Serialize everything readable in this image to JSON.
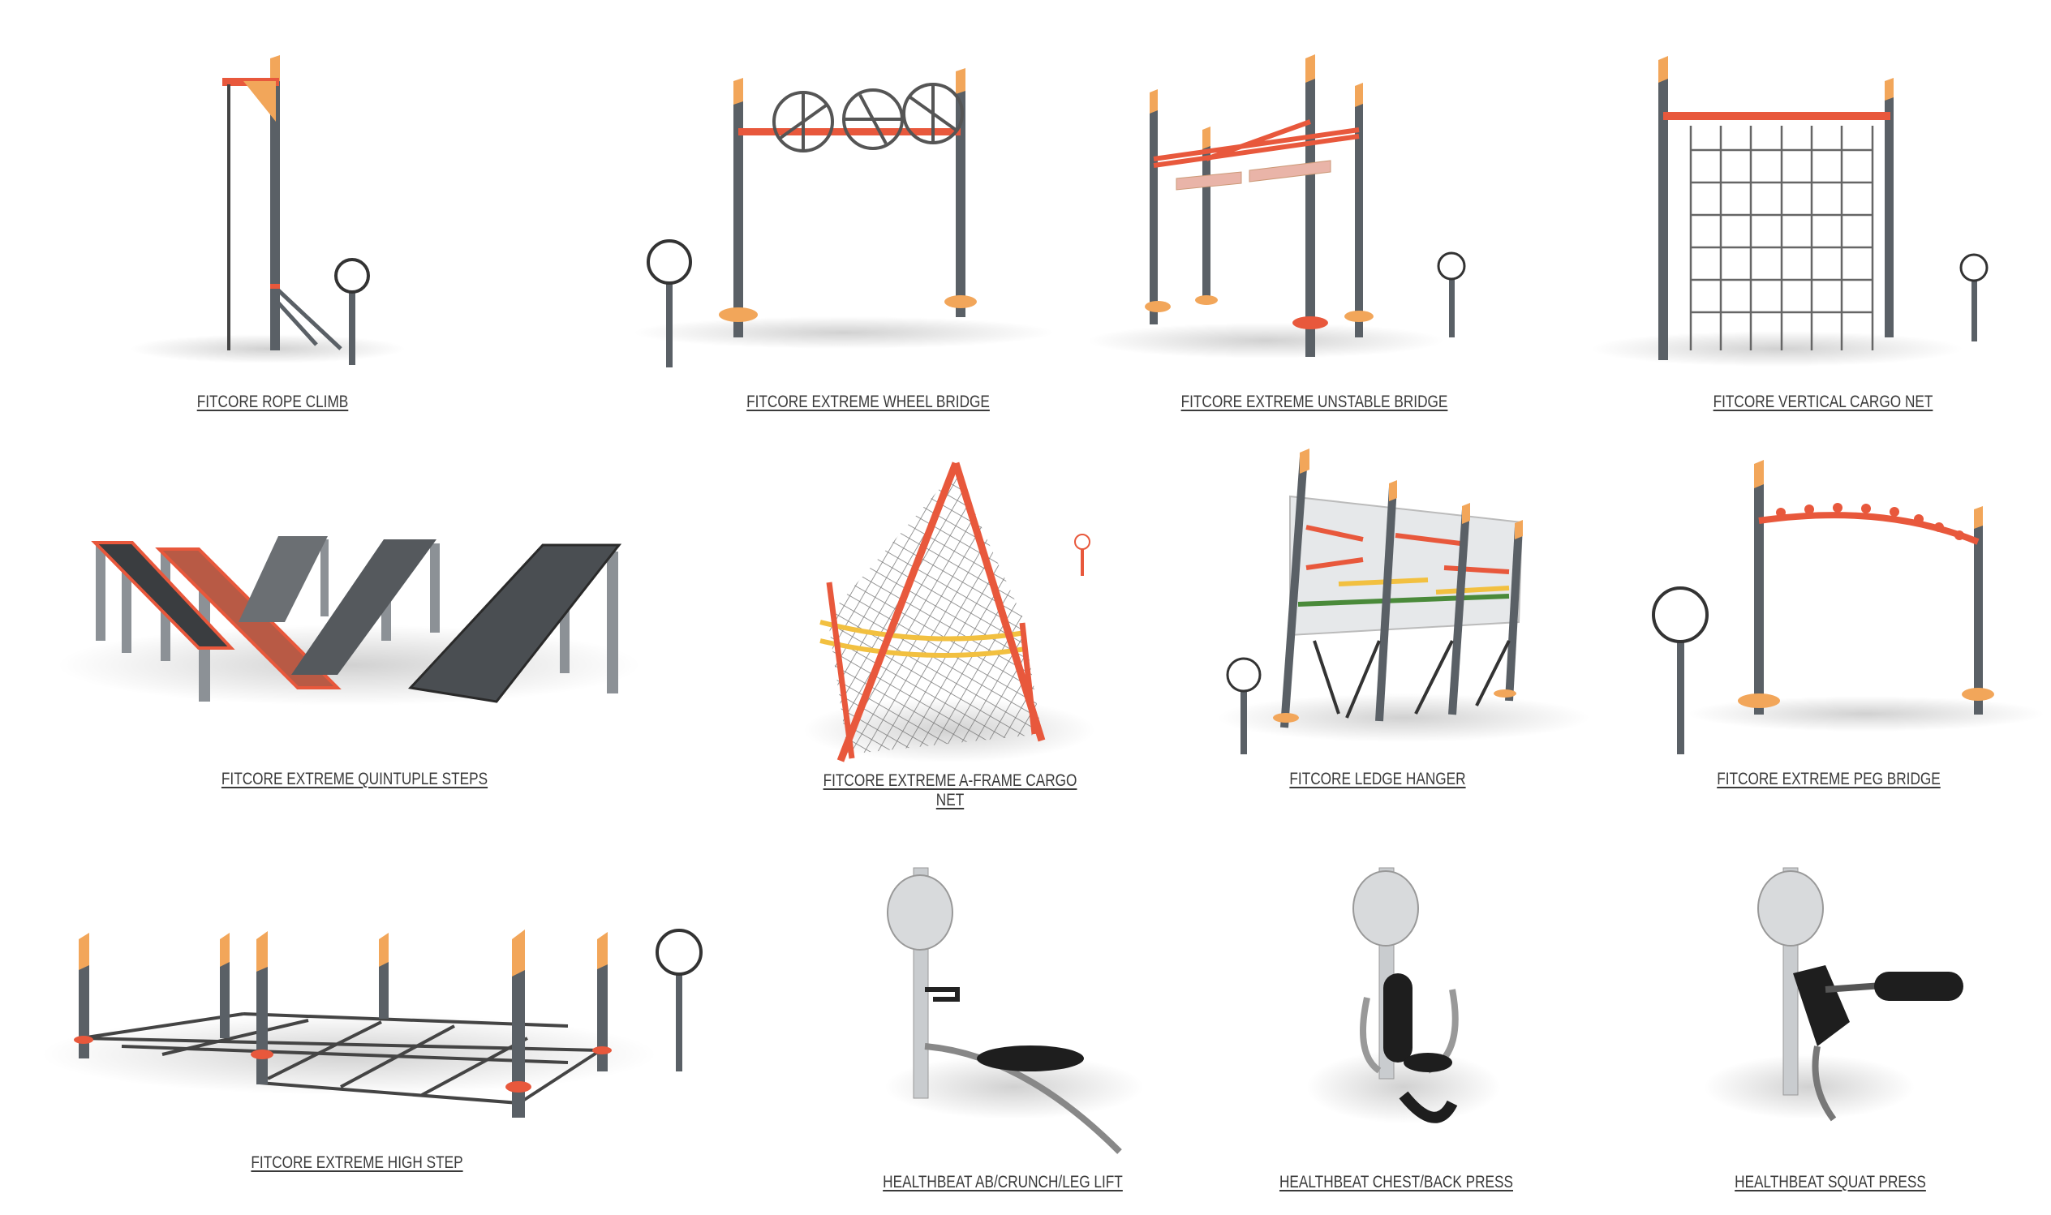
{
  "colors": {
    "pole": "#5a6066",
    "cap": "#f2a65a",
    "frame": "#e8583c",
    "seat": "#f2a65a",
    "post": "#c9cccf",
    "pad": "#1e1e1e"
  },
  "products": [
    {
      "label": "FITCORE ROPE CLIMB"
    },
    {
      "label": "FITCORE EXTREME WHEEL BRIDGE"
    },
    {
      "label": "FITCORE EXTREME UNSTABLE BRIDGE"
    },
    {
      "label": "FITCORE VERTICAL CARGO NET"
    },
    {
      "label": "FITCORE EXTREME QUINTUPLE STEPS"
    },
    {
      "label": "FITCORE EXTREME A-FRAME CARGO NET"
    },
    {
      "label": "FITCORE LEDGE HANGER"
    },
    {
      "label": "FITCORE EXTREME PEG BRIDGE"
    },
    {
      "label": "FITCORE EXTREME HIGH STEP"
    },
    {
      "label": "HEALTHBEAT AB/CRUNCH/LEG LIFT"
    },
    {
      "label": "HEALTHBEAT CHEST/BACK PRESS"
    },
    {
      "label": "HEALTHBEAT SQUAT PRESS"
    }
  ]
}
